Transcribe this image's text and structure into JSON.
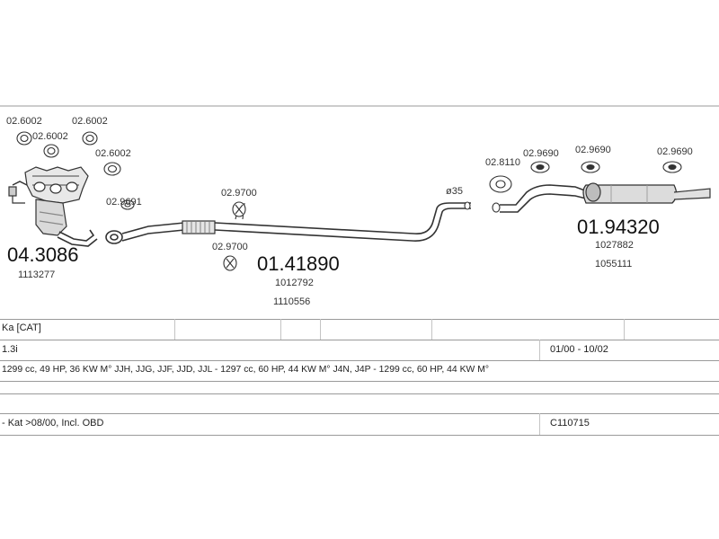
{
  "parts": {
    "clamp_1": "02.6002",
    "clamp_2": "02.6002",
    "clamp_3": "02.6002",
    "clamp_4": "02.6002",
    "gasket_cat": "02.9691",
    "rubber_1": "02.9700",
    "rubber_2": "02.9700",
    "gasket_rear": "02.8110",
    "rubber_3": "02.9690",
    "rubber_4": "02.9690",
    "rubber_5": "02.9690",
    "diameter": "ø35"
  },
  "assemblies": {
    "catalyst": {
      "number": "04.3086",
      "ref": "1113277"
    },
    "middle": {
      "number": "01.41890",
      "ref_1": "1012792",
      "ref_2": "1110556"
    },
    "rear": {
      "number": "01.94320",
      "ref_1": "1027882",
      "ref_2": "1055111"
    }
  },
  "table": {
    "model": "Ka  [CAT]",
    "engine": "1.3i",
    "years": "01/00 - 10/02",
    "spec": "1299 cc, 49 HP, 36 KW M° JJH, JJG, JJF, JJD, JJL - 1297 cc, 60 HP, 44 KW M° J4N, J4P - 1299 cc, 60 HP, 44 KW M°",
    "note": "- Kat >08/00, Incl. OBD",
    "code": "C110715"
  }
}
